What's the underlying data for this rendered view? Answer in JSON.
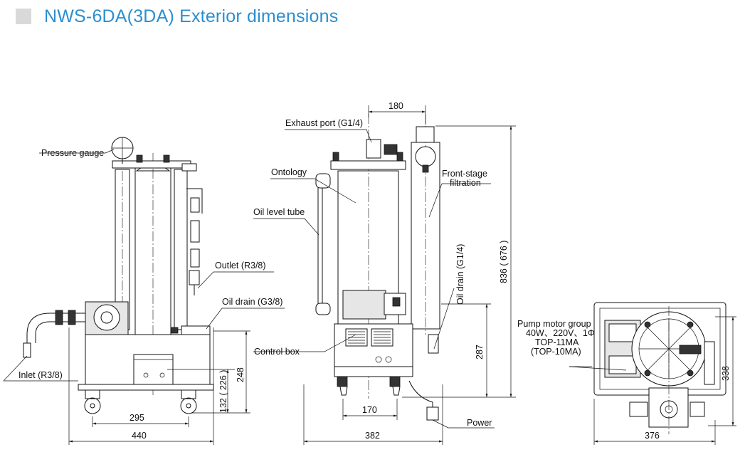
{
  "header": {
    "title": "NWS-6DA(3DA) Exterior dimensions",
    "accent_color": "#2b8fd0",
    "square_color": "#d9d9d9"
  },
  "left_view": {
    "labels": {
      "pressure_gauge": "Pressure gauge",
      "outlet": "Outlet (R3/8)",
      "oil_drain": "Oil drain (G3/8)",
      "inlet": "Inlet (R3/8)"
    },
    "dimensions": {
      "inner_width": "295",
      "overall_width": "440",
      "height_248": "248",
      "height_132_226": "132 ( 226 )"
    }
  },
  "middle_view": {
    "labels": {
      "exhaust_port": "Exhaust port (G1/4)",
      "ontology": "Ontology",
      "front_stage_line1": "Front-stage",
      "front_stage_line2": "filtration",
      "oil_level_tube": "Oil level tube",
      "oil_drain": "Oil drain (G1/4)",
      "control_box": "Control box",
      "power": "Power"
    },
    "dimensions": {
      "top_width": "180",
      "overall_height": "836 ( 676 )",
      "height_287": "287",
      "wheel_span": "170",
      "overall_width": "382"
    }
  },
  "right_view": {
    "labels": {
      "pump_line1": "Pump motor group",
      "pump_line2": "40W、220V、1Φ",
      "pump_line3": "TOP-11MA",
      "pump_line4": "(TOP-10MA)"
    },
    "dimensions": {
      "depth": "338",
      "width": "376"
    }
  }
}
